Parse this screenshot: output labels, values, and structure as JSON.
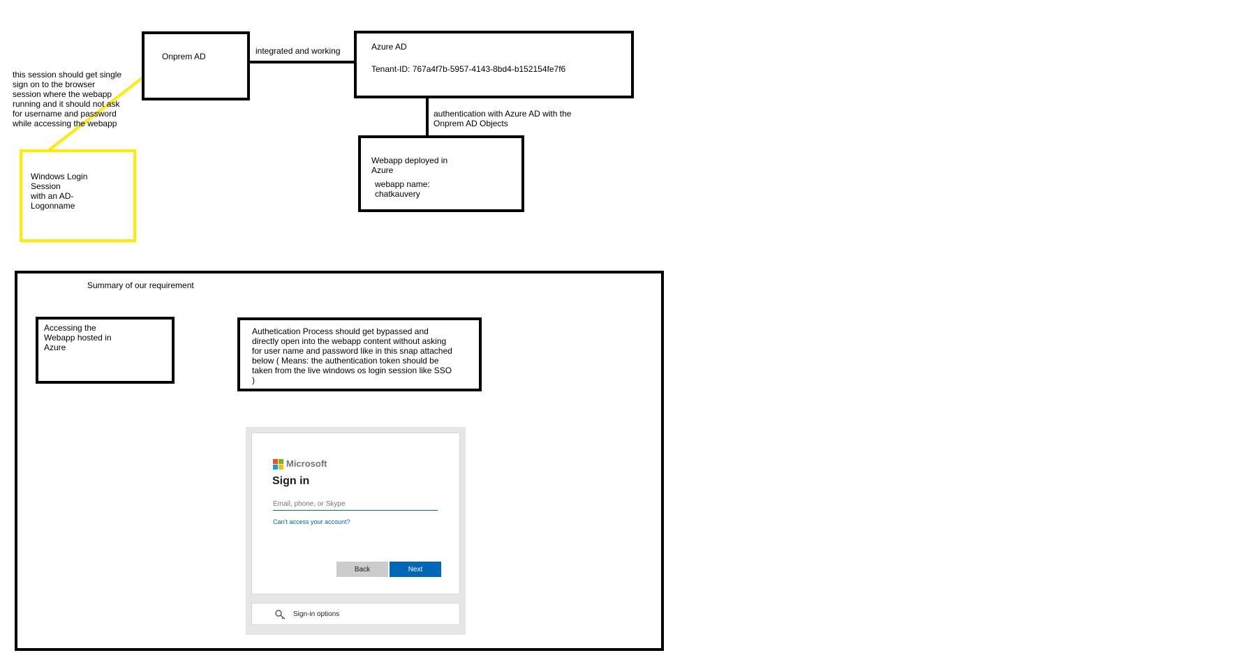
{
  "onprem": {
    "title": "Onprem AD"
  },
  "link_onprem_azure": "integrated and working",
  "azure": {
    "title": "Azure AD",
    "tenant": "Tenant-ID: 767a4f7b-5957-4143-8bd4-b152154fe7f6"
  },
  "link_azure_webapp": "authentication with Azure AD with the\nOnprem AD Objects",
  "webapp": {
    "line1": "Webapp deployed in\nAzure",
    "line2": "webapp name:\nchatkauvery"
  },
  "sso_note": "this session should get single\nsign on to the browser\nsession where the webapp\nrunning and it should not ask\nfor username and password\nwhile accessing the webapp",
  "windows_session": "Windows Login\nSession\nwith an AD-\nLogonname",
  "summary": {
    "title": "Summary of our requirement",
    "access_box": "Accessing the\nWebapp hosted in\nAzure",
    "process_box": "Authetication Process should get bypassed and\ndirectly open into the webapp content without asking\nfor user name and password like in this snap attached\nbelow ( Means: the authentication token should be\ntaken from the live windows os login session like SSO\n)"
  },
  "signin": {
    "brand": "Microsoft",
    "title": "Sign in",
    "placeholder": "Email, phone, or Skype",
    "cant_access": "Can’t access your account?",
    "back": "Back",
    "next": "Next",
    "options": "Sign-in options"
  },
  "colors": {
    "highlight": "#ffed00",
    "ms_blue": "#0067b8",
    "logo_red": "#f25022",
    "logo_green": "#7fba00",
    "logo_blue": "#00a4ef",
    "logo_yellow": "#ffb900"
  }
}
